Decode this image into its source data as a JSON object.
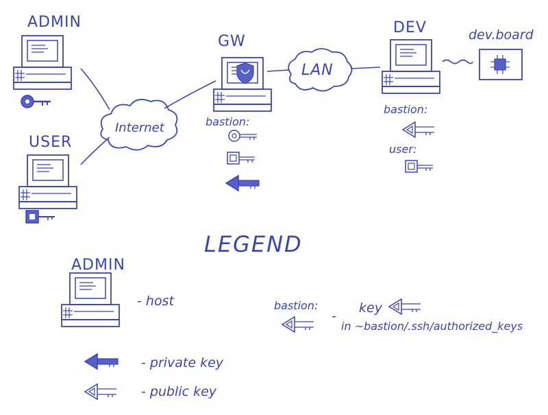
{
  "hosts": {
    "admin": "ADMIN",
    "user": "USER",
    "gw": "GW",
    "dev": "DEV"
  },
  "clouds": {
    "internet": "Internet",
    "lan": "LAN"
  },
  "devboard": "dev.board",
  "gw_keys": {
    "label": "bastion:"
  },
  "dev_keys": {
    "bastion_label": "bastion:",
    "user_label": "user:"
  },
  "legend": {
    "title": "LEGEND",
    "host_name": "ADMIN",
    "host_desc": "- host",
    "private_key_desc": "- private key",
    "public_key_desc": "- public key",
    "bastion_label": "bastion:",
    "dash": "-",
    "key_word": "key",
    "authorized_keys": "in ~bastion/.ssh/authorized_keys"
  },
  "colors": {
    "ink": "#3a44b8",
    "fill": "#5660c8"
  }
}
